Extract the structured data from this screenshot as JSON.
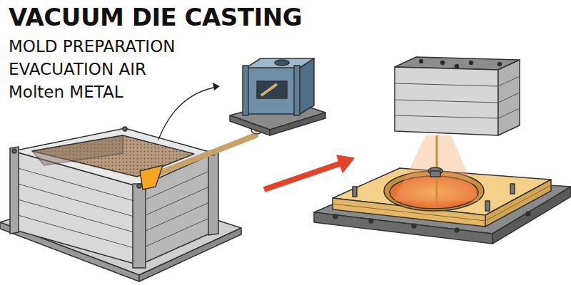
{
  "diagram": {
    "title": "VACUUM DIE CASTING",
    "labels": [
      "MOLD PREPARATION",
      "EVACUATION AIR",
      "Molten METAL"
    ]
  }
}
